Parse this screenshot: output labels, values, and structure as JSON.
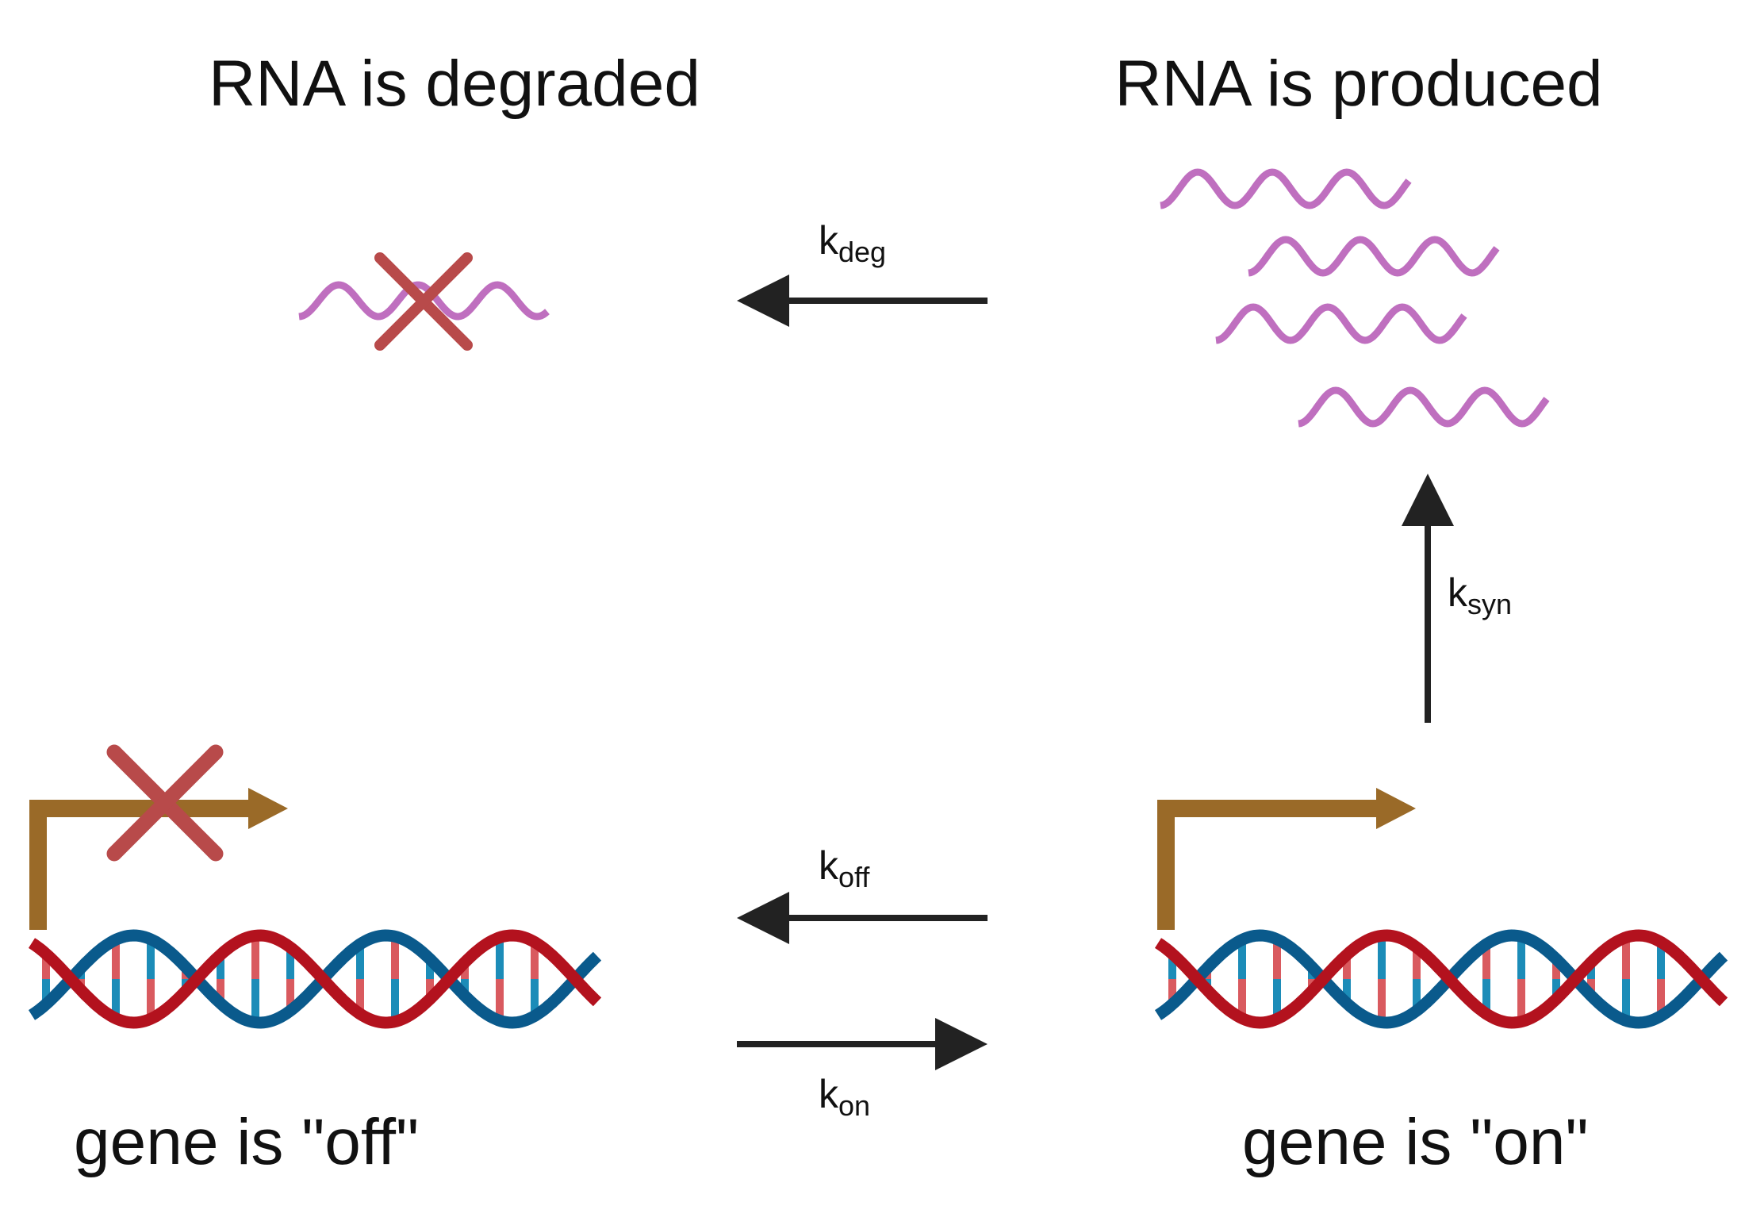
{
  "titles": {
    "degraded": "RNA is degraded",
    "produced": "RNA is produced",
    "gene_off": "gene is \"off\"",
    "gene_on": "gene is \"on\""
  },
  "rates": {
    "deg": {
      "main": "k",
      "sub": "deg"
    },
    "syn": {
      "main": "k",
      "sub": "syn"
    },
    "off": {
      "main": "k",
      "sub": "off"
    },
    "on": {
      "main": "k",
      "sub": "on"
    }
  },
  "colors": {
    "rna": "#bf6fbf",
    "cross": "#b84a4a",
    "promoter": "#9a6a28",
    "dna_red": "#b3121e",
    "dna_blue": "#0a5a8c",
    "rung_red": "#d95a5f",
    "rung_blue": "#1c8cb8",
    "arrow": "#222222"
  },
  "icons": [
    "rna-strand-icon",
    "cross-mark-icon",
    "promoter-arrow-icon",
    "dna-double-helix-icon"
  ]
}
